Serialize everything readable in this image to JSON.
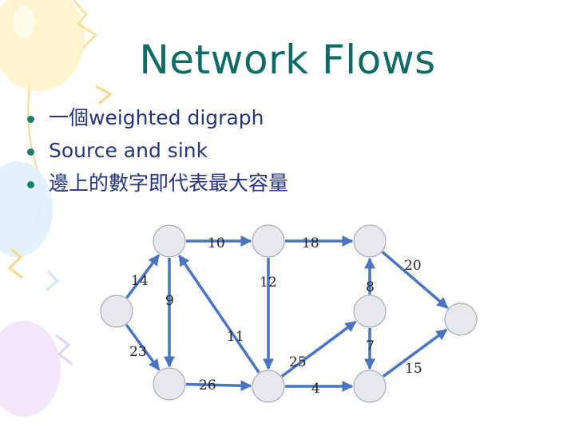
{
  "slide": {
    "title": "Network Flows",
    "bullets": [
      "一個weighted digraph",
      "Source and sink",
      "邊上的數字即代表最大容量"
    ]
  },
  "colors": {
    "title": "#0f6b63",
    "bullet_text": "#26357a",
    "bullet_dot": "#1a7f6e",
    "edge": "#4a74c0",
    "node_fill": "#e6e8ec",
    "node_stroke": "#98a0ad"
  },
  "graph": {
    "nodes": [
      "n0",
      "n1",
      "n2",
      "n3",
      "n4",
      "n5",
      "n6",
      "n7",
      "n8"
    ],
    "edges": [
      {
        "from": "n0",
        "to": "n1",
        "weight": "14"
      },
      {
        "from": "n0",
        "to": "n2",
        "weight": "23"
      },
      {
        "from": "n1",
        "to": "n3",
        "weight": "10"
      },
      {
        "from": "n1",
        "to": "n2",
        "weight": "9"
      },
      {
        "from": "n2",
        "to": "n4",
        "weight": "26"
      },
      {
        "from": "n4",
        "to": "n1",
        "weight": "11"
      },
      {
        "from": "n3",
        "to": "n5",
        "weight": "18"
      },
      {
        "from": "n3",
        "to": "n4",
        "weight": "12"
      },
      {
        "from": "n4",
        "to": "n6",
        "weight": "25"
      },
      {
        "from": "n4",
        "to": "n7",
        "weight": "4"
      },
      {
        "from": "n6",
        "to": "n5",
        "weight": "8"
      },
      {
        "from": "n6",
        "to": "n7",
        "weight": "7"
      },
      {
        "from": "n5",
        "to": "n8",
        "weight": "20"
      },
      {
        "from": "n7",
        "to": "n8",
        "weight": "15"
      }
    ]
  }
}
